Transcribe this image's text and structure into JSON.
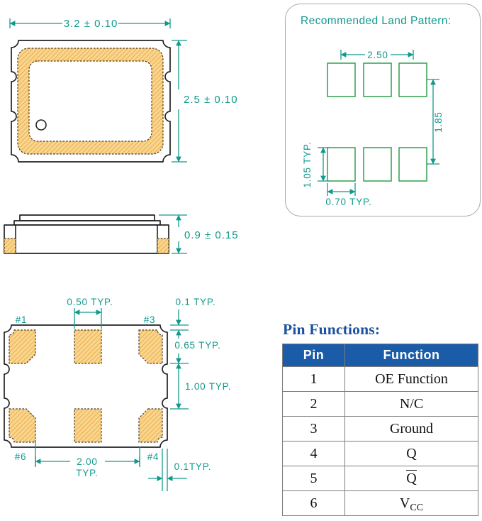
{
  "colors": {
    "dimension_teal": "#12998c",
    "land_pattern_green": "#2fa14c",
    "pad_fill_tan": "#fad58d",
    "pad_hatch_orange": "#e2a23e",
    "table_header_blue": "#1b5ca8",
    "heading_blue": "#1a52a0",
    "drawing_black": "#222222"
  },
  "top_view": {
    "width_dim": "3.2 ± 0.10",
    "height_dim": "2.5 ± 0.10"
  },
  "side_view": {
    "height_dim": "0.9 ± 0.15"
  },
  "bottom_view": {
    "pad_width_dim": "0.50 TYP.",
    "top_gap_dim": "0.1 TYP.",
    "pad_height_dim": "0.65 TYP.",
    "row_gap_dim": "1.00 TYP.",
    "pad_span_dim_value": "2.00",
    "pad_span_dim_suffix": "TYP.",
    "side_gap_dim": "0.1TYP.",
    "pin_labels": {
      "top_left": "#1",
      "top_right": "#3",
      "bottom_left": "#6",
      "bottom_right": "#4"
    }
  },
  "land_pattern": {
    "title": "Recommended Land Pattern:",
    "horizontal_span_dim": "2.50",
    "vertical_span_dim": "1.85",
    "pad_height_dim": "1.05 TYP.",
    "pad_width_dim": "0.70 TYP."
  },
  "pin_functions": {
    "title": "Pin Functions:",
    "headers": [
      "Pin",
      "Function"
    ],
    "rows": [
      {
        "pin": "1",
        "function": "OE Function",
        "style": "plain"
      },
      {
        "pin": "2",
        "function": "N/C",
        "style": "plain"
      },
      {
        "pin": "3",
        "function": "Ground",
        "style": "plain"
      },
      {
        "pin": "4",
        "function": "Q",
        "style": "plain"
      },
      {
        "pin": "5",
        "function": "Q",
        "style": "overline"
      },
      {
        "pin": "6",
        "function": "V",
        "subscript": "CC",
        "style": "subscript"
      }
    ]
  }
}
